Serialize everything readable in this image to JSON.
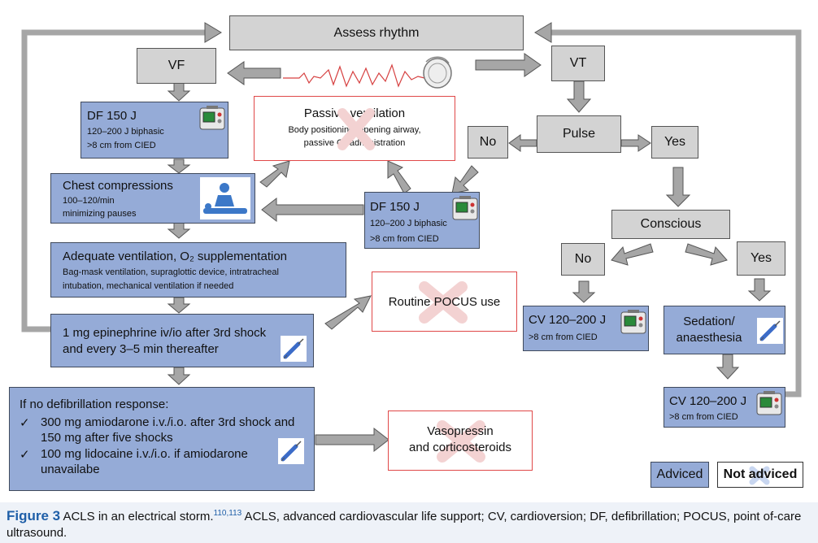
{
  "assess": "Assess rhythm",
  "vf": "VF",
  "vt": "VT",
  "df_left": {
    "title": "DF 150 J",
    "line1": "120–200 J biphasic",
    "line2": ">8 cm from CIED"
  },
  "passive": {
    "title": "Passive ventilation",
    "line1": "Body positioning, opening airway,",
    "line2": "passive O₂ administration"
  },
  "pulse": "Pulse",
  "no1": "No",
  "yes1": "Yes",
  "chest": {
    "title": "Chest compressions",
    "line1": "100–120/min",
    "line2": "minimizing pauses"
  },
  "df_mid": {
    "title": "DF 150 J",
    "line1": "120–200 J biphasic",
    "line2": ">8 cm from CIED"
  },
  "conscious": "Conscious",
  "no2": "No",
  "yes2": "Yes",
  "ventilation": {
    "title": "Adequate ventilation, O₂ supplementation",
    "line1": "Bag-mask ventilation, supraglottic device, intratracheal",
    "line2": "intubation, mechanical ventilation if needed"
  },
  "pocus": "Routine POCUS use",
  "cv1": {
    "title": "CV 120–200 J",
    "line1": ">8 cm from CIED"
  },
  "sedation": {
    "line1": "Sedation/",
    "line2": "anaesthesia"
  },
  "epi": {
    "line1": "1 mg epinephrine iv/io after 3rd shock",
    "line2": "and every 3–5 min thereafter"
  },
  "cv2": {
    "title": "CV 120–200 J",
    "line1": ">8 cm from CIED"
  },
  "nodefib": {
    "title": "If no defibrillation response:",
    "check": "✓",
    "item1a": "300 mg amiodarone i.v./i.o. after 3rd shock and",
    "item1b": "150 mg after five shocks",
    "item2a": "100 mg lidocaine i.v./i.o. if amiodarone",
    "item2b": "unavailabe"
  },
  "vaso": {
    "line1": "Vasopressin",
    "line2": "and corticosteroids"
  },
  "legend": {
    "advised": "Adviced",
    "not_advised": "Not adviced"
  },
  "caption": {
    "label": "Figure 3",
    "text": "ACLS in an electrical storm.",
    "refs": "110,113",
    "rest1": " ACLS, advanced cardiovascular life support; CV, cardioversion; DF, defibrillation; POCUS, point of-care",
    "rest2": "ultrasound."
  },
  "colors": {
    "advised_fill": "#95abd7",
    "not_advised_border": "#e04848",
    "arrow_grey": "#a6a6a6",
    "caption_label": "#1f5fa8"
  },
  "icons": [
    "defibrillator-icon",
    "cpr-icon",
    "syringe-icon",
    "heart-device-icon",
    "ecg-trace-icon"
  ]
}
